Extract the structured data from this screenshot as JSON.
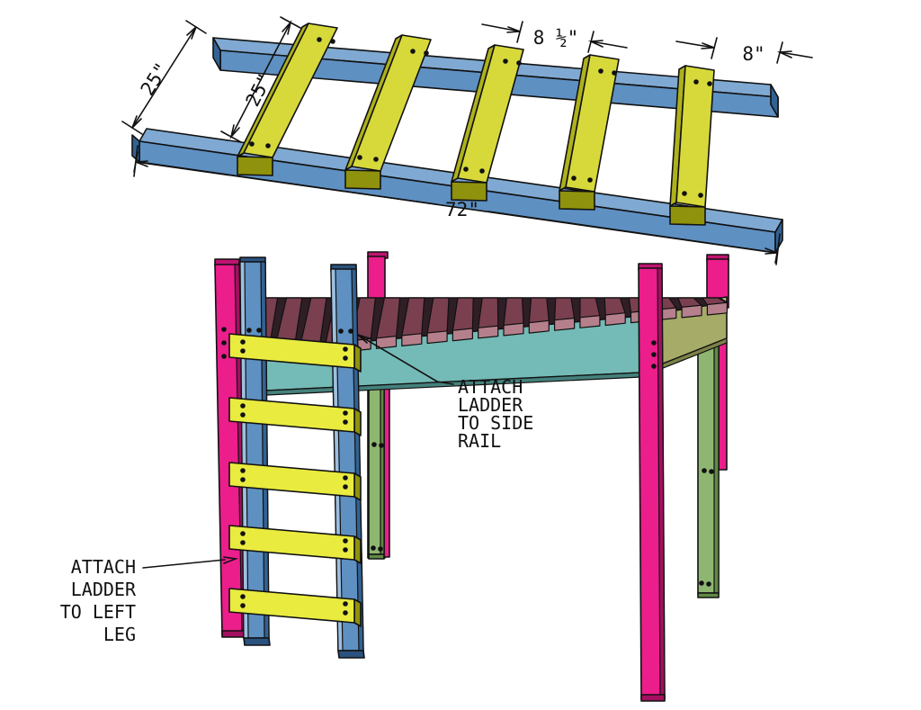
{
  "diagram": {
    "type": "loft-bed ladder assembly instructions"
  },
  "dimensions": {
    "ladder_end_width": "25\"",
    "rung_length": "25\"",
    "rung_gap": "8 ½\"",
    "rail_end_offset": "8\"",
    "side_rail_length": "72\""
  },
  "callouts": {
    "side_rail": {
      "lines": [
        "ATTACH",
        "LADDER",
        "TO SIDE",
        "RAIL"
      ]
    },
    "left_leg": {
      "lines": [
        "ATTACH",
        "LADDER",
        "TO LEFT",
        "LEG"
      ]
    }
  },
  "colors": {
    "rail_blue": "#5E90C2",
    "rung_yellow": "#E9EB3F",
    "leg_pink": "#EB1E8C",
    "side_rail_teal": "#74BAB6",
    "support_green": "#8FB671",
    "end_rail_olive": "#A6AB68",
    "slat_maroon": "#7A4050",
    "slat_end_rose": "#B5808C",
    "line_black": "#111111",
    "background": "#FFFFFF"
  }
}
